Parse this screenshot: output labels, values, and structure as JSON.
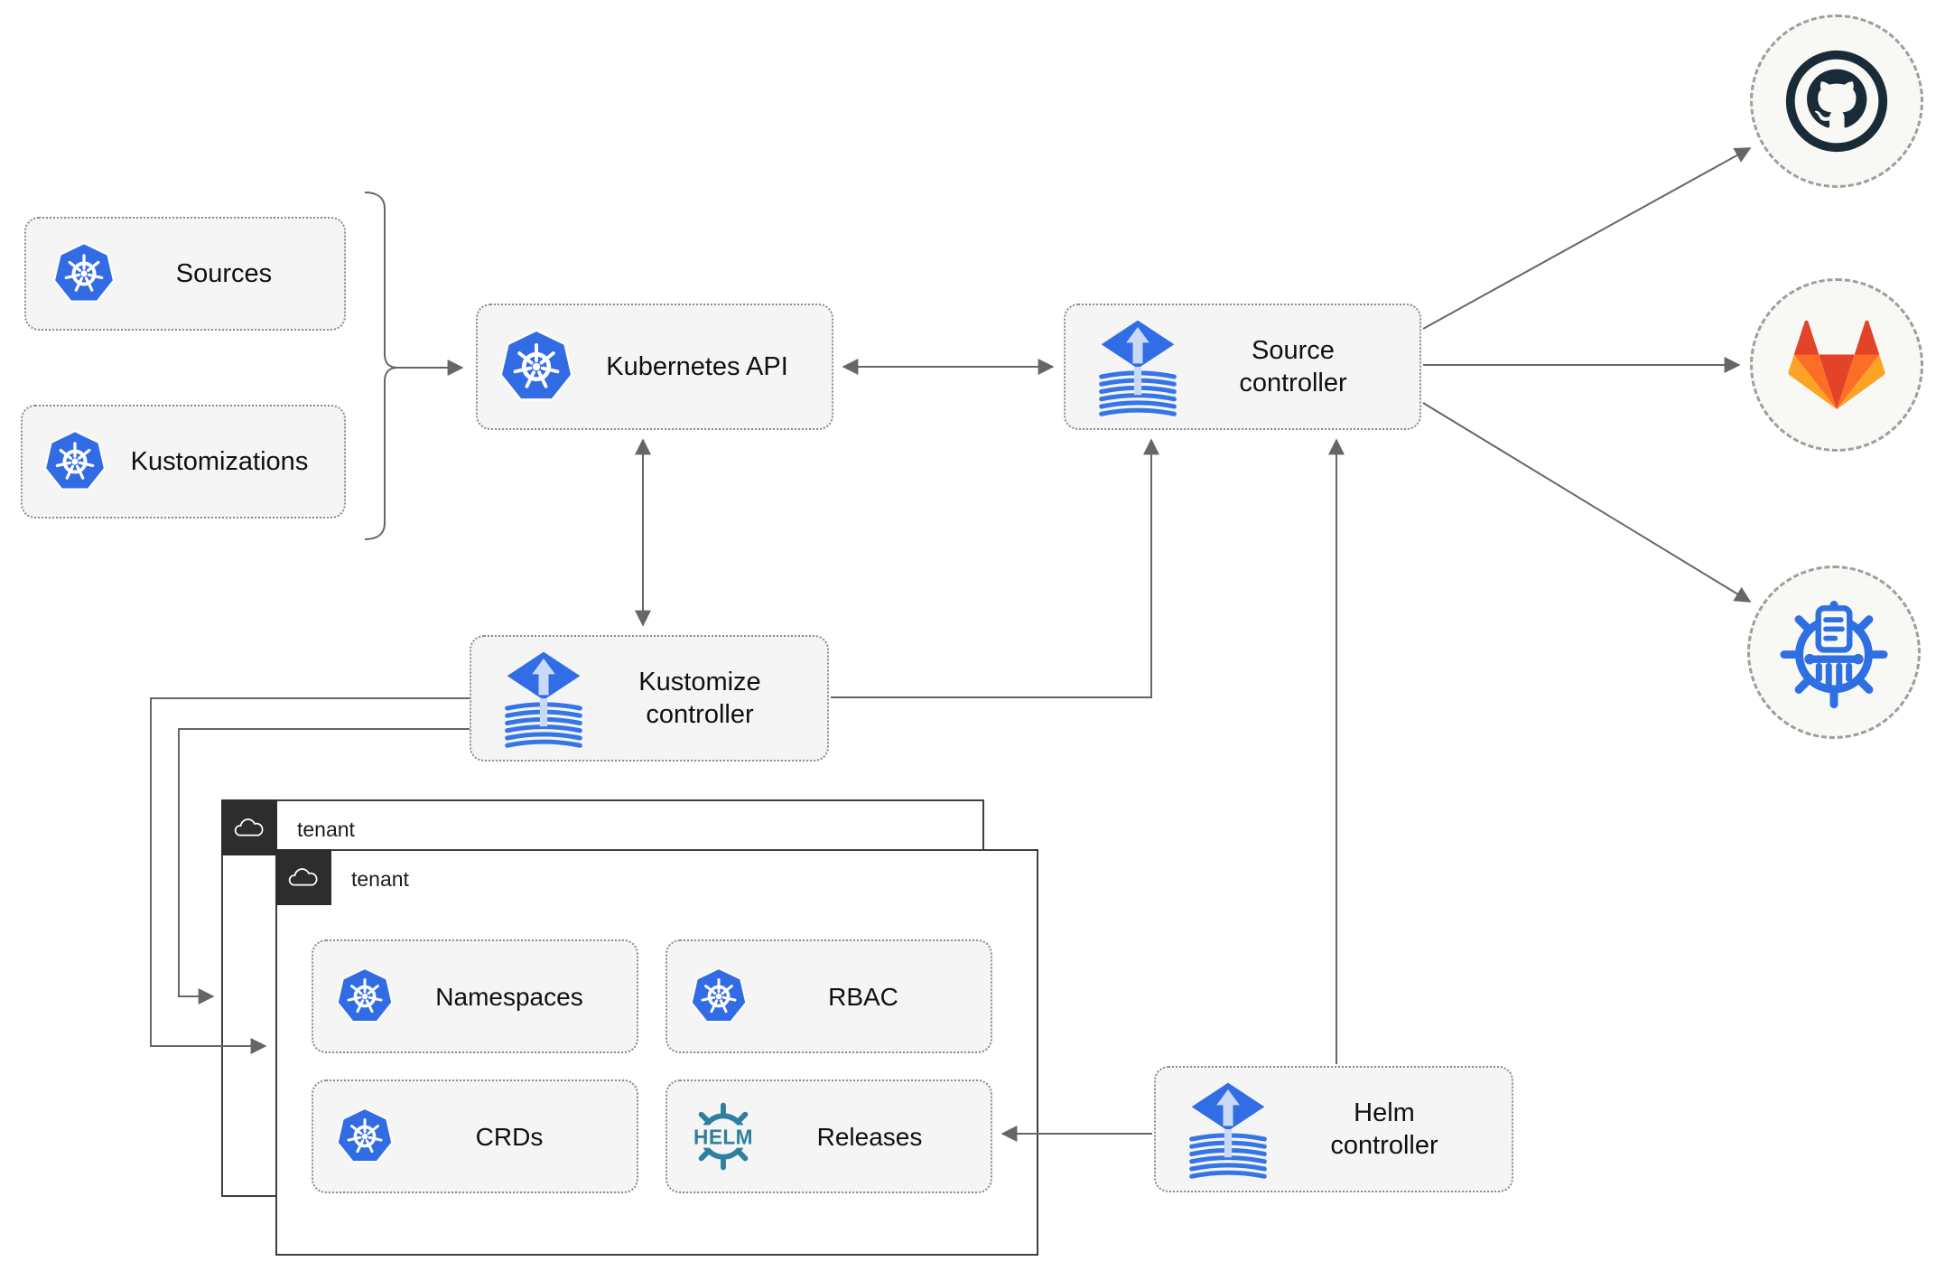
{
  "nodes": {
    "sources": {
      "label": "Sources",
      "icon": "kubernetes-icon"
    },
    "kustomizations": {
      "label": "Kustomizations",
      "icon": "kubernetes-icon"
    },
    "kubernetes_api": {
      "label": "Kubernetes API",
      "icon": "kubernetes-icon"
    },
    "source_controller": {
      "label": "Source\ncontroller",
      "icon": "flux-icon"
    },
    "kustomize_controller": {
      "label": "Kustomize\ncontroller",
      "icon": "flux-icon"
    },
    "helm_controller": {
      "label": "Helm\ncontroller",
      "icon": "flux-icon"
    },
    "namespaces": {
      "label": "Namespaces",
      "icon": "kubernetes-icon"
    },
    "rbac": {
      "label": "RBAC",
      "icon": "kubernetes-icon"
    },
    "crds": {
      "label": "CRDs",
      "icon": "kubernetes-icon"
    },
    "releases": {
      "label": "Releases",
      "icon": "helm-icon"
    }
  },
  "tenants": {
    "back": {
      "label": "tenant",
      "icon": "cloud-icon"
    },
    "front": {
      "label": "tenant",
      "icon": "cloud-icon"
    }
  },
  "repositories": {
    "github": {
      "icon": "github-icon"
    },
    "gitlab": {
      "icon": "gitlab-icon"
    },
    "helm_repository": {
      "icon": "chart-repository-icon"
    }
  },
  "helm_logo_text": "HELM",
  "edges": [
    {
      "from": "sources-kustomizations-bracket",
      "to": "kubernetes-api",
      "style": "arrow"
    },
    {
      "from": "kubernetes-api",
      "to": "source-controller",
      "style": "double-arrow"
    },
    {
      "from": "kubernetes-api",
      "to": "kustomize-controller",
      "style": "double-arrow"
    },
    {
      "from": "kustomize-controller",
      "to": "source-controller",
      "style": "arrow"
    },
    {
      "from": "kustomize-controller",
      "to": "tenant-back",
      "style": "arrow"
    },
    {
      "from": "kustomize-controller",
      "to": "tenant-front",
      "style": "arrow"
    },
    {
      "from": "helm-controller",
      "to": "source-controller",
      "style": "arrow"
    },
    {
      "from": "helm-controller",
      "to": "releases",
      "style": "arrow"
    },
    {
      "from": "source-controller",
      "to": "github",
      "style": "arrow"
    },
    {
      "from": "source-controller",
      "to": "gitlab",
      "style": "arrow"
    },
    {
      "from": "source-controller",
      "to": "helm-repository",
      "style": "arrow"
    }
  ],
  "colors": {
    "kubernetes_blue": "#326ce5",
    "flux_blue": "#316de4",
    "flux_light": "#c9d9f7",
    "helm_teal": "#2e7fa0",
    "repo_blue": "#2e6fe4",
    "github_dark": "#1a2b38",
    "gitlab_red": "#e24329",
    "gitlab_orange": "#fc6d26",
    "gitlab_yellow": "#fca326",
    "node_fill": "#f5f5f5",
    "line_gray": "#666666",
    "tenant_border": "#3f3f3f",
    "tenant_badge": "#2d2d2d"
  }
}
